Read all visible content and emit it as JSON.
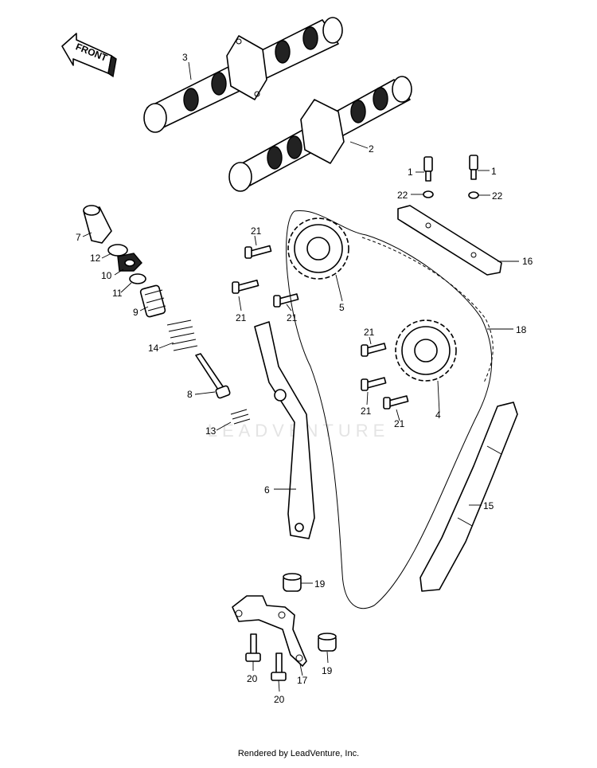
{
  "diagram": {
    "front_label": "FRONT",
    "callouts": [
      {
        "id": "c3",
        "text": "3"
      },
      {
        "id": "c2",
        "text": "2"
      },
      {
        "id": "c1a",
        "text": "1"
      },
      {
        "id": "c1b",
        "text": "1"
      },
      {
        "id": "c22a",
        "text": "22"
      },
      {
        "id": "c22b",
        "text": "22"
      },
      {
        "id": "c16",
        "text": "16"
      },
      {
        "id": "c7",
        "text": "7"
      },
      {
        "id": "c12",
        "text": "12"
      },
      {
        "id": "c10",
        "text": "10"
      },
      {
        "id": "c11",
        "text": "11"
      },
      {
        "id": "c9",
        "text": "9"
      },
      {
        "id": "c14",
        "text": "14"
      },
      {
        "id": "c8",
        "text": "8"
      },
      {
        "id": "c13",
        "text": "13"
      },
      {
        "id": "c21a",
        "text": "21"
      },
      {
        "id": "c21b",
        "text": "21"
      },
      {
        "id": "c21c",
        "text": "21"
      },
      {
        "id": "c21d",
        "text": "21"
      },
      {
        "id": "c21e",
        "text": "21"
      },
      {
        "id": "c21f",
        "text": "21"
      },
      {
        "id": "c5",
        "text": "5"
      },
      {
        "id": "c18",
        "text": "18"
      },
      {
        "id": "c4",
        "text": "4"
      },
      {
        "id": "c6",
        "text": "6"
      },
      {
        "id": "c15",
        "text": "15"
      },
      {
        "id": "c19a",
        "text": "19"
      },
      {
        "id": "c19b",
        "text": "19"
      },
      {
        "id": "c17",
        "text": "17"
      },
      {
        "id": "c20a",
        "text": "20"
      },
      {
        "id": "c20b",
        "text": "20"
      }
    ]
  },
  "watermark": "LEADVENTURE",
  "footer": "Rendered by LeadVenture, Inc."
}
